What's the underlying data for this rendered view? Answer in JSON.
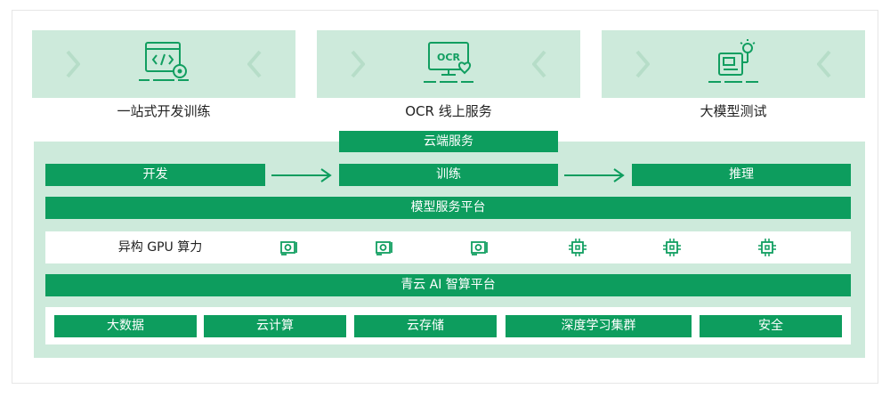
{
  "top_cards": [
    {
      "label": "一站式开发训练",
      "icon": "code-window-gear-icon"
    },
    {
      "label": "OCR 线上服务",
      "icon": "ocr-monitor-heart-icon",
      "icon_text": "OCR"
    },
    {
      "label": "大模型测试",
      "icon": "model-test-lightbulb-icon"
    }
  ],
  "cloud_service": {
    "label": "云端服务"
  },
  "pipeline": {
    "steps": [
      "开发",
      "训练",
      "推理"
    ],
    "arrow_icon": "right-arrow-icon"
  },
  "model_platform": {
    "label": "模型服务平台"
  },
  "gpu": {
    "label": "异构 GPU 算力",
    "icons": [
      "gpu-card-icon",
      "gpu-card-icon",
      "gpu-card-icon",
      "chip-icon",
      "chip-icon",
      "chip-icon"
    ]
  },
  "ai_platform": {
    "label": "青云 AI 智算平台"
  },
  "infrastructure": {
    "items": [
      "大数据",
      "云计算",
      "云存储",
      "深度学习集群",
      "安全"
    ]
  },
  "colors": {
    "primary_green": "#0d9d5e",
    "light_green": "#cdeadb",
    "icon_green": "#119e60"
  }
}
